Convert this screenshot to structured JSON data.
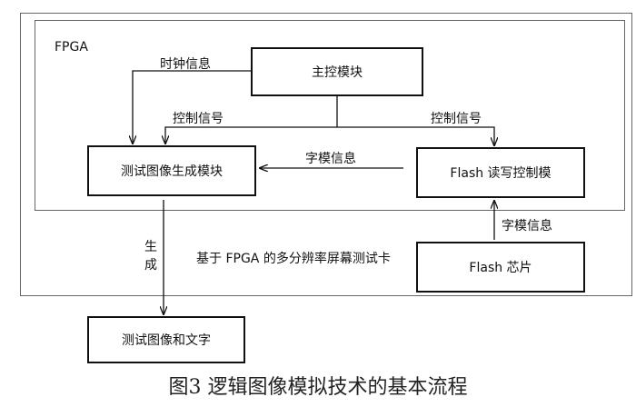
{
  "outer_label": "基于 FPGA 的多分辨率屏幕测试卡",
  "fpga_label": "FPGA",
  "boxes": {
    "main_control": "主控模块",
    "test_image_gen": "测试图像生成模块",
    "flash_rw": "Flash 读写控制模",
    "flash_chip": "Flash 芯片",
    "test_output": "测试图像和文字"
  },
  "edges": {
    "clock_info": "时钟信息",
    "control_signal_left": "控制信号",
    "control_signal_right": "控制信号",
    "font_info_left": "字模信息",
    "font_info_up": "字模信息",
    "generate": "生成"
  },
  "caption": "图3   逻辑图像模拟技术的基本流程"
}
